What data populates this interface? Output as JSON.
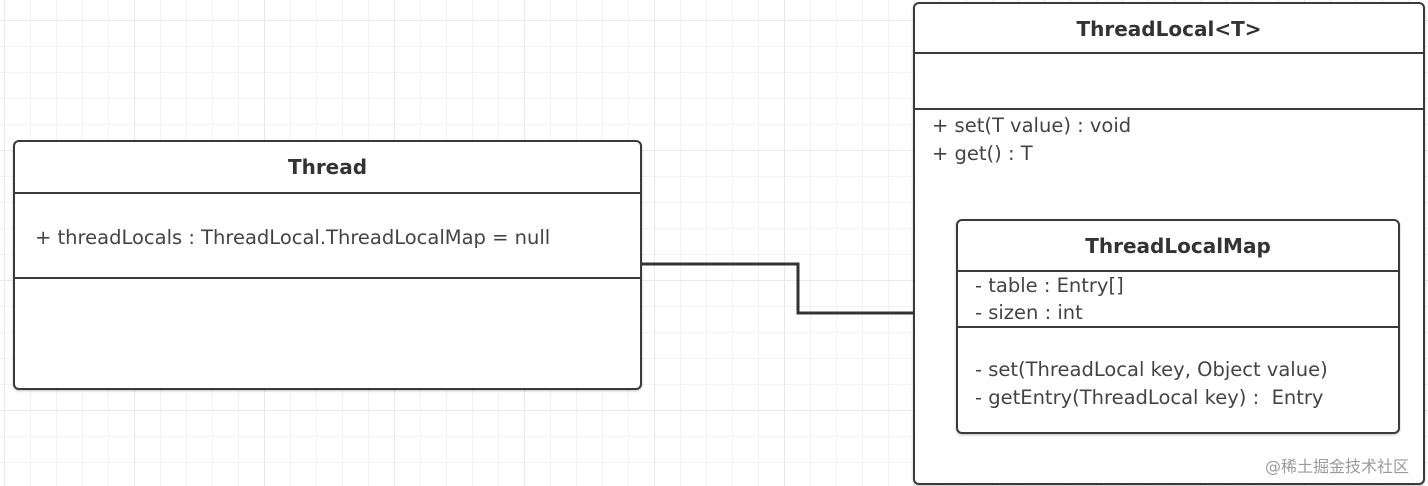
{
  "classes": {
    "thread": {
      "name": "Thread",
      "attributes": [
        "+ threadLocals : ThreadLocal.ThreadLocalMap = null"
      ],
      "methods": []
    },
    "threadlocal": {
      "name": "ThreadLocal<T>",
      "attributes": [],
      "methods": [
        "+ set(T value) : void",
        "+ get() : T"
      ]
    },
    "threadlocalmap": {
      "name": "ThreadLocalMap",
      "attributes": [
        "- table : Entry[]",
        "- sizen : int"
      ],
      "methods": [
        "- set(ThreadLocal key, Object value)",
        "- getEntry(ThreadLocal key) :  Entry"
      ]
    }
  },
  "connectors": [
    {
      "from": "Thread.threadLocals",
      "to": "ThreadLocalMap",
      "type": "association",
      "arrow": "filled-triangle"
    }
  ],
  "watermark": "@稀土掘金技术社区"
}
